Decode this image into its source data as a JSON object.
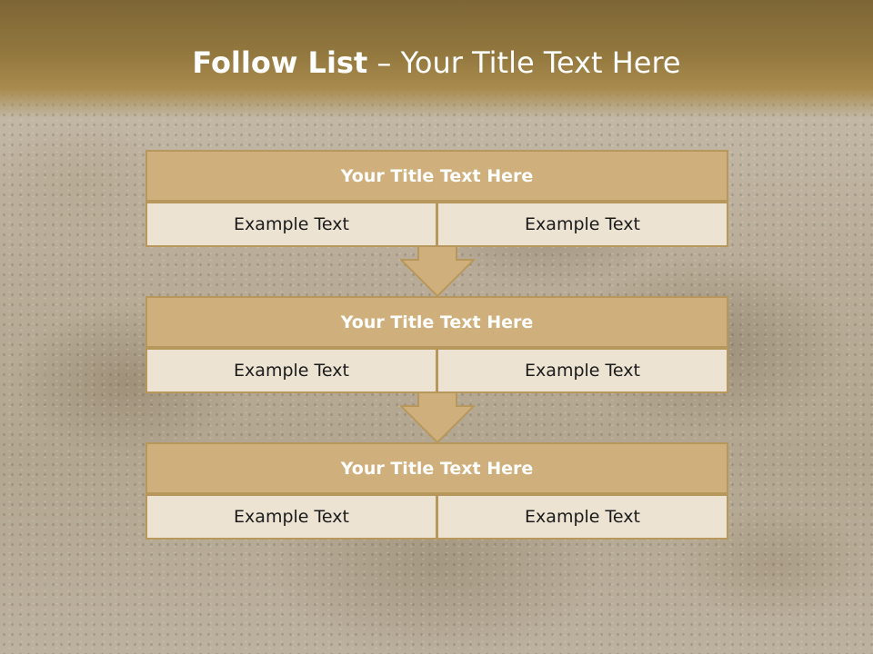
{
  "slide": {
    "title_bold": "Follow List",
    "title_rest": " – Your Title Text Here"
  },
  "colors": {
    "header_band": "#92773e",
    "box_title_fill": "#cfb07c",
    "box_border": "#b8975d",
    "cell_fill": "#ece3d3"
  },
  "steps": [
    {
      "title": "Your Title Text Here",
      "left": "Example Text",
      "right": "Example Text"
    },
    {
      "title": "Your Title Text Here",
      "left": "Example Text",
      "right": "Example Text"
    },
    {
      "title": "Your Title Text Here",
      "left": "Example Text",
      "right": "Example Text"
    }
  ],
  "connectors": [
    "down-arrow",
    "down-arrow"
  ]
}
